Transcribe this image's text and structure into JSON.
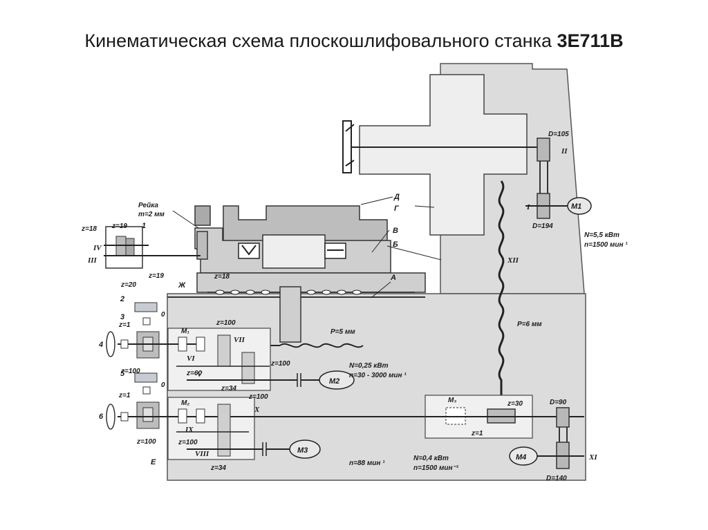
{
  "title": {
    "main": "Кинематическая схема плоскошлифовального станка ",
    "model": "3Е711В"
  },
  "diagram": {
    "part_letters": [
      "Д",
      "Г",
      "В",
      "Б",
      "А",
      "Ж",
      "Е"
    ],
    "shafts": [
      "I",
      "II",
      "III",
      "IV",
      "V",
      "VI",
      "VII",
      "VIII",
      "IX",
      "X",
      "XI",
      "XII"
    ],
    "handwheels": [
      "1",
      "2",
      "3",
      "4",
      "5",
      "6"
    ],
    "motors": {
      "m1": {
        "label": "М1",
        "power": "N=5,5 кВт",
        "speed": "n=1500 мин ¹"
      },
      "m2": {
        "label": "М2",
        "power": "N=0,25 кВт",
        "speed": "n=30 - 3000 мин ¹"
      },
      "m3": {
        "label": "М3",
        "speed": "n=88 мин ¹"
      },
      "m4": {
        "label": "М4",
        "power": "N=0,4 кВт",
        "speed": "n=1500 мин⁻¹"
      }
    },
    "pulleys": {
      "d105": "D=105",
      "d194": "D=194",
      "d90": "D=90",
      "d140": "D=140"
    },
    "rack": {
      "name": "Рейка",
      "module": "m=2 мм"
    },
    "screws": {
      "p5": "P=5 мм",
      "p6": "P=6 мм"
    },
    "gears": {
      "z18": "z=18",
      "z19": "z=19",
      "z20": "z=20",
      "z1": "z=1",
      "z100": "z=100",
      "z60": "z=60",
      "z34": "z=34",
      "z30": "z=30"
    },
    "clutches": {
      "m1": "М₁",
      "m2": "М₂",
      "m3": "М₃"
    },
    "zero": "0"
  }
}
